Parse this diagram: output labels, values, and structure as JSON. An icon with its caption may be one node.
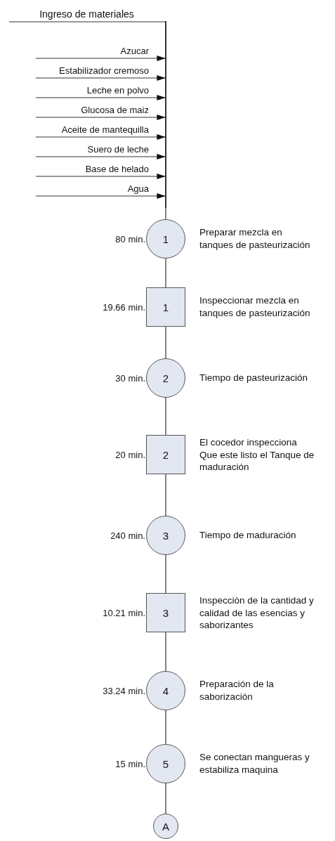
{
  "diagram": {
    "nodes": [
      {
        "text": [
          "Ingreso de materiales"
        ]
      },
      {
        "text": [],
        "shape": "bar"
      },
      {
        "text": [
          "1"
        ],
        "beside": [
          "80 min.",
          "Preparar mezcla en tanques de pasteurización"
        ]
      },
      {
        "text": [
          "1"
        ],
        "beside": [
          "19.66 min.",
          "Inspeccionar mezcla en tanques de pasteurización"
        ]
      },
      {
        "text": [
          "2"
        ],
        "beside": [
          "30 min.",
          "Tiempo de pasteurización"
        ]
      },
      {
        "text": [
          "2"
        ],
        "beside": [
          "20 min.",
          "El cocedor inspecciona Que este listo  el Tanque de maduración"
        ]
      },
      {
        "text": [
          "3"
        ],
        "beside": [
          "240 min.",
          "Tiempo de maduración"
        ]
      },
      {
        "text": [
          "3"
        ],
        "beside": [
          "10.21 min.",
          "Inspecciòn de la cantidad y calidad de las esencias y saborizantes"
        ]
      },
      {
        "text": [
          "4"
        ],
        "beside": [
          "33.24 min.",
          "Preparación de la saborización"
        ]
      },
      {
        "text": [
          "5"
        ],
        "beside": [
          "15 min.",
          "Se conectan mangueras y estabiliza maquina"
        ]
      },
      {
        "text": [
          "A"
        ]
      }
    ],
    "edges": [
      {
        "from": 0,
        "to": 1,
        "arrow": "none"
      },
      {
        "from": null,
        "to": 1,
        "arrow": "to",
        "label": "Azucar"
      },
      {
        "from": null,
        "to": 1,
        "arrow": "to",
        "label": "Estabilizador cremoso"
      },
      {
        "from": null,
        "to": 1,
        "arrow": "to",
        "label": "Leche en polvo"
      },
      {
        "from": null,
        "to": 1,
        "arrow": "to",
        "label": "Glucosa de maiz"
      },
      {
        "from": null,
        "to": 1,
        "arrow": "to",
        "label": "Aceite de mantequilla"
      },
      {
        "from": null,
        "to": 1,
        "arrow": "to",
        "label": "Suero de leche"
      },
      {
        "from": null,
        "to": 1,
        "arrow": "to",
        "label": "Base de helado"
      },
      {
        "from": null,
        "to": 1,
        "arrow": "to",
        "label": "Agua"
      },
      {
        "from": 1,
        "to": 2,
        "arrow": "none"
      },
      {
        "from": 2,
        "to": 3,
        "arrow": "none"
      },
      {
        "from": 3,
        "to": 4,
        "arrow": "none"
      },
      {
        "from": 4,
        "to": 5,
        "arrow": "none"
      },
      {
        "from": 5,
        "to": 6,
        "arrow": "none"
      },
      {
        "from": 6,
        "to": 7,
        "arrow": "none"
      },
      {
        "from": 7,
        "to": 8,
        "arrow": "none"
      },
      {
        "from": 8,
        "to": 9,
        "arrow": "none"
      },
      {
        "from": 9,
        "to": 10,
        "arrow": "none"
      }
    ]
  }
}
